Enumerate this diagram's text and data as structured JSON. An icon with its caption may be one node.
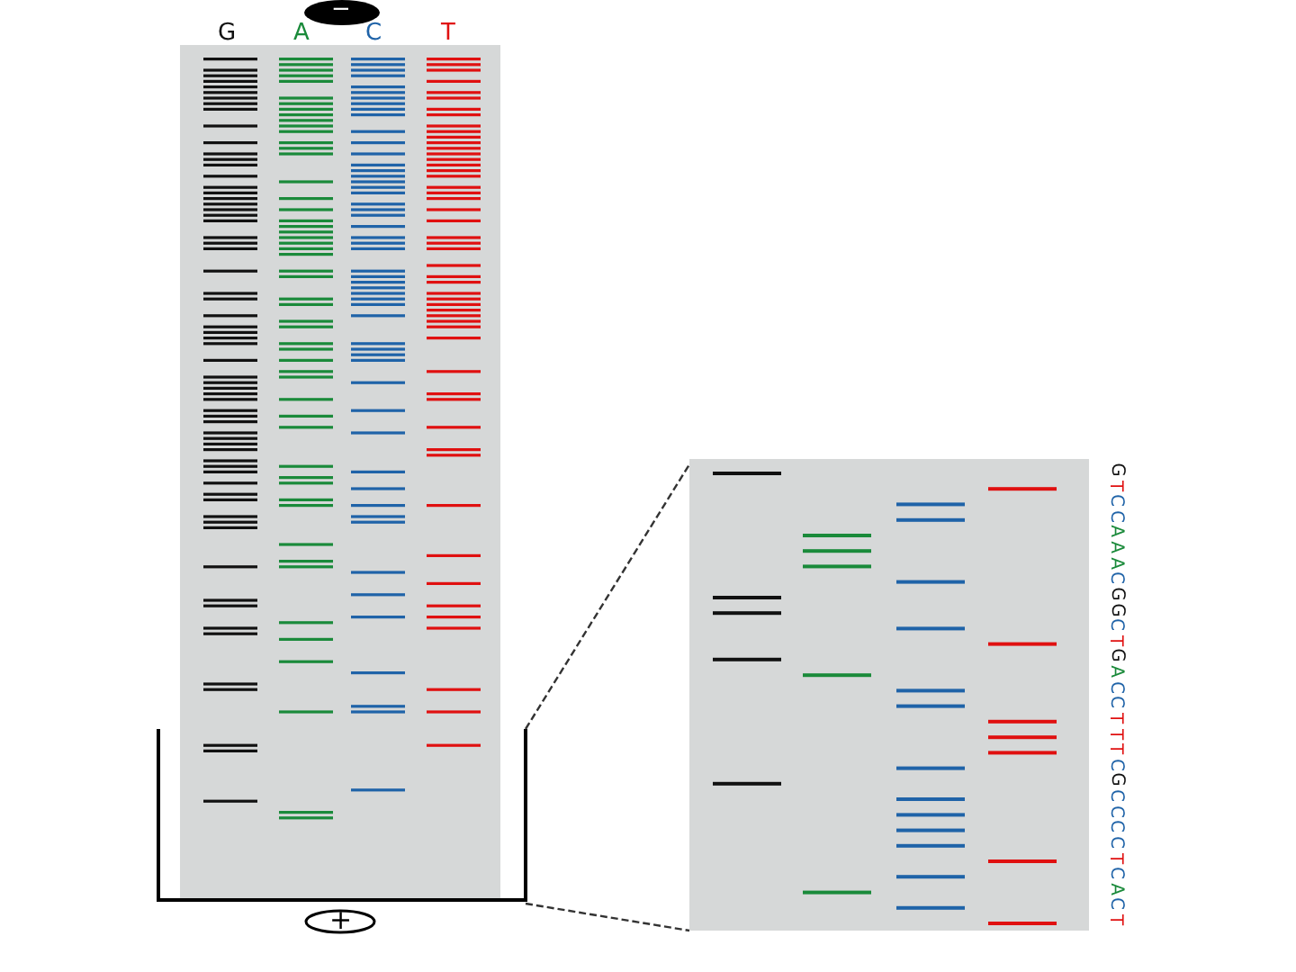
{
  "diagram": {
    "nodes": [
      {
        "text": [],
        "shape": "box"
      },
      {
        "text": [],
        "shape": "box"
      }
    ],
    "edges": [
      {
        "from": 0,
        "to": 1,
        "arrow": "none",
        "style": "dashed"
      },
      {
        "from": 0,
        "to": 1,
        "arrow": "none",
        "style": "dashed"
      }
    ],
    "labels": [
      "G",
      "A",
      "C",
      "T",
      "−",
      "+",
      "G",
      "T",
      "C",
      "C",
      "A",
      "A",
      "A",
      "C",
      "G",
      "G",
      "C",
      "T",
      "G",
      "A",
      "C",
      "C",
      "T",
      "T",
      "T",
      "C",
      "G",
      "C",
      "C",
      "C",
      "C",
      "T",
      "C",
      "A",
      "C",
      "T"
    ]
  }
}
